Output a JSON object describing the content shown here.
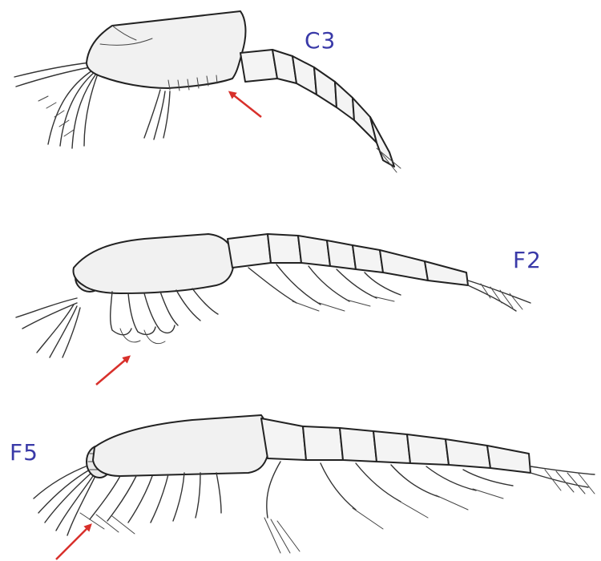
{
  "labels": {
    "c3": "C3",
    "f2": "F2",
    "f5": "F5"
  },
  "colors": {
    "label": "#3a3aa8",
    "arrow": "#d8302b",
    "outline": "#222222",
    "fill": "#f1f1f1"
  }
}
